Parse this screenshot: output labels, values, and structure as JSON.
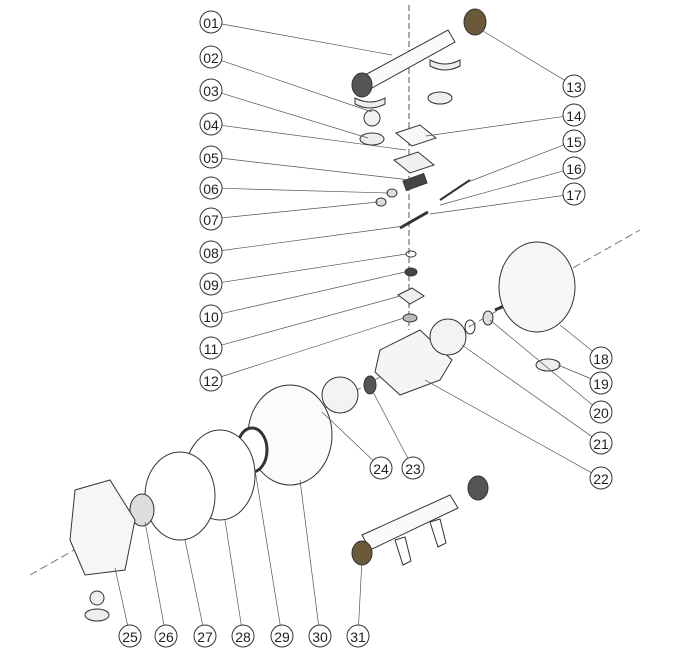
{
  "diagram": {
    "type": "exploded-parts-diagram",
    "callouts": [
      "01",
      "02",
      "03",
      "04",
      "05",
      "06",
      "07",
      "08",
      "09",
      "10",
      "11",
      "12",
      "13",
      "14",
      "15",
      "16",
      "17",
      "18",
      "19",
      "20",
      "21",
      "22",
      "23",
      "24",
      "25",
      "26",
      "27",
      "28",
      "29",
      "30",
      "31"
    ]
  }
}
